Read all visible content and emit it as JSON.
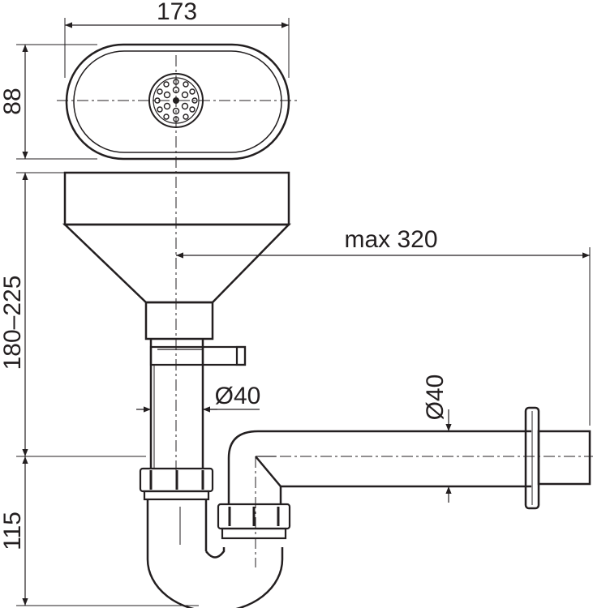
{
  "dimensions": {
    "top_width": "173",
    "top_height": "88",
    "funnel_height": "180–225",
    "max_length": "max 320",
    "pipe_diameter_vertical": "Ø40",
    "pipe_diameter_horizontal": "Ø40",
    "trap_height": "115"
  },
  "colors": {
    "stroke": "#231f20",
    "background": "#ffffff"
  }
}
